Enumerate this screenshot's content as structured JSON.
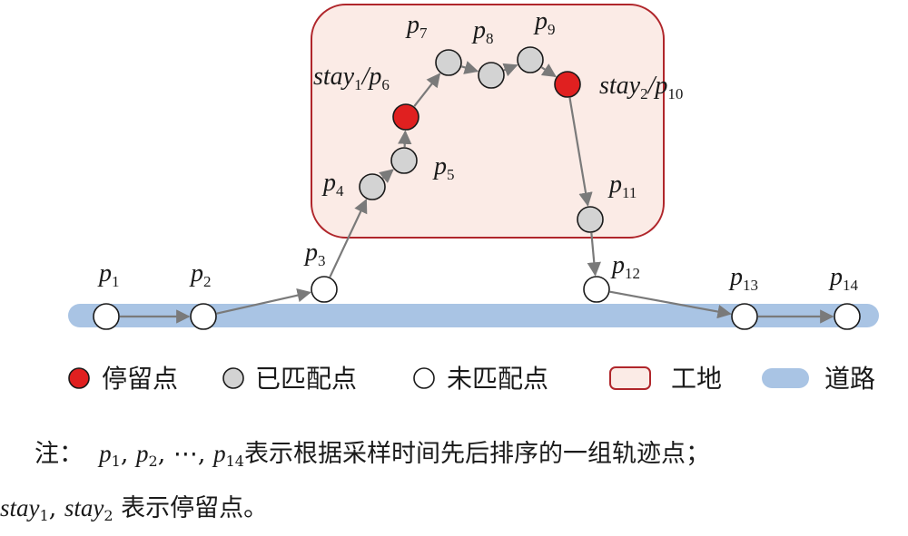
{
  "diagram": {
    "colors": {
      "road": "#a9c4e4",
      "site_fill": "#fbebe6",
      "site_stroke": "#b0262b",
      "stay": "#e02020",
      "matched": "#d3d3d3",
      "unmatched": "#ffffff",
      "arrow": "#7a7a7a"
    },
    "points": [
      {
        "id": "p1",
        "name": "p",
        "sub": "1",
        "type": "unmatched"
      },
      {
        "id": "p2",
        "name": "p",
        "sub": "2",
        "type": "unmatched"
      },
      {
        "id": "p3",
        "name": "p",
        "sub": "3",
        "type": "unmatched"
      },
      {
        "id": "p4",
        "name": "p",
        "sub": "4",
        "type": "matched"
      },
      {
        "id": "p5",
        "name": "p",
        "sub": "5",
        "type": "matched"
      },
      {
        "id": "p6",
        "name": "p",
        "sub": "6",
        "type": "stay",
        "stay_name": "stay",
        "stay_sub": "1"
      },
      {
        "id": "p7",
        "name": "p",
        "sub": "7",
        "type": "matched"
      },
      {
        "id": "p8",
        "name": "p",
        "sub": "8",
        "type": "matched"
      },
      {
        "id": "p9",
        "name": "p",
        "sub": "9",
        "type": "matched"
      },
      {
        "id": "p10",
        "name": "p",
        "sub": "10",
        "type": "stay",
        "stay_name": "stay",
        "stay_sub": "2"
      },
      {
        "id": "p11",
        "name": "p",
        "sub": "11",
        "type": "matched"
      },
      {
        "id": "p12",
        "name": "p",
        "sub": "12",
        "type": "unmatched"
      },
      {
        "id": "p13",
        "name": "p",
        "sub": "13",
        "type": "unmatched"
      },
      {
        "id": "p14",
        "name": "p",
        "sub": "14",
        "type": "unmatched"
      }
    ],
    "edges": [
      [
        "p1",
        "p2"
      ],
      [
        "p2",
        "p3"
      ],
      [
        "p3",
        "p4"
      ],
      [
        "p4",
        "p5"
      ],
      [
        "p5",
        "p6"
      ],
      [
        "p6",
        "p7"
      ],
      [
        "p7",
        "p8"
      ],
      [
        "p8",
        "p9"
      ],
      [
        "p9",
        "p10"
      ],
      [
        "p10",
        "p11"
      ],
      [
        "p11",
        "p12"
      ],
      [
        "p12",
        "p13"
      ],
      [
        "p13",
        "p14"
      ]
    ]
  },
  "legend": {
    "stay": "停留点",
    "matched": "已匹配点",
    "unmatched": "未匹配点",
    "site": "工地",
    "road": "道路"
  },
  "note": {
    "prefix": "注：",
    "p_var": "p",
    "sub_1": "1",
    "sub_2": "2",
    "sub_14": "14",
    "comma": ",",
    "ellipsis": "⋯",
    "line1_text": "表示根据采样时间先后排序的一组轨迹点；",
    "stay_var": "stay",
    "line2_text": "表示停留点。"
  }
}
